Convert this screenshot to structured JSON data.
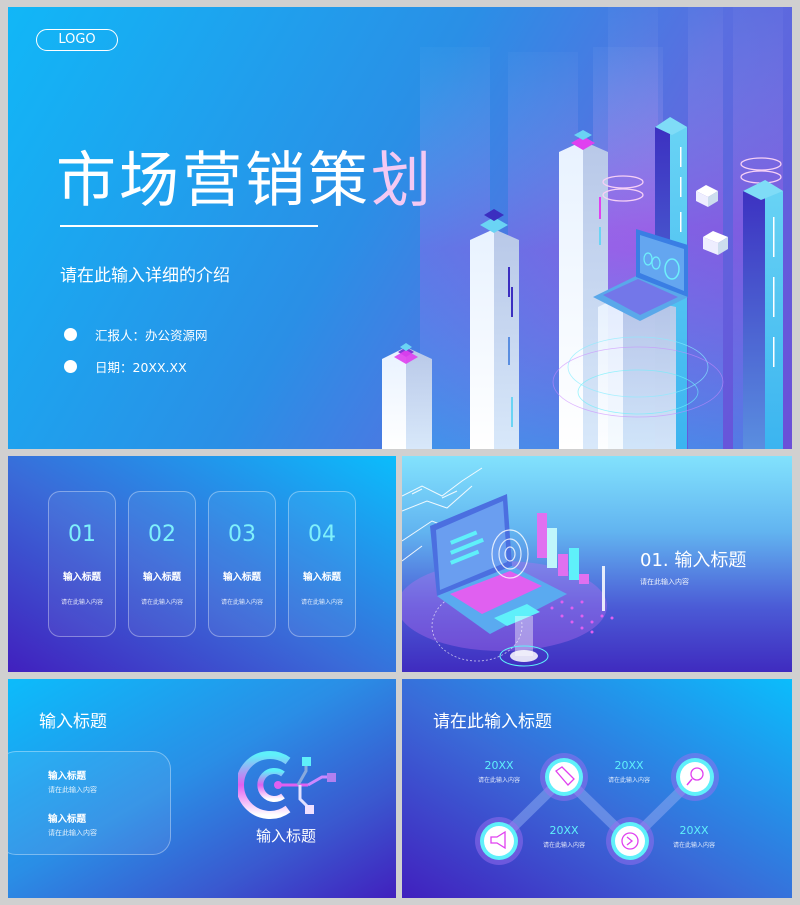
{
  "slide1": {
    "logo": "LOGO",
    "title_main": "市场营销策",
    "title_last": "划",
    "subtitle": "请在此输入详细的介绍",
    "info": [
      {
        "label": "汇报人：办公资源网"
      },
      {
        "label": "日期：20XX.XX"
      }
    ]
  },
  "slide2": {
    "cards": [
      {
        "num": "01",
        "title": "输入标题",
        "desc": "请在此输入内容"
      },
      {
        "num": "02",
        "title": "输入标题",
        "desc": "请在此输入内容"
      },
      {
        "num": "03",
        "title": "输入标题",
        "desc": "请在此输入内容"
      },
      {
        "num": "04",
        "title": "输入标题",
        "desc": "请在此输入内容"
      }
    ]
  },
  "slide3": {
    "title": "01. 输入标题",
    "desc": "请在此输入内容"
  },
  "slide4": {
    "title": "输入标题",
    "items": [
      {
        "title": "输入标题",
        "desc": "请在此输入内容"
      },
      {
        "title": "输入标题",
        "desc": "请在此输入内容"
      }
    ],
    "icon_label": "输入标题",
    "icon": "target-network-icon"
  },
  "slide5": {
    "title": "请在此输入标题",
    "timeline": [
      {
        "year": "20XX",
        "desc": "请在此输入内容",
        "icon": "megaphone-icon"
      },
      {
        "year": "20XX",
        "desc": "请在此输入内容",
        "icon": "seo-tag-icon"
      },
      {
        "year": "20XX",
        "desc": "请在此输入内容",
        "icon": "play-circle-icon"
      },
      {
        "year": "20XX",
        "desc": "请在此输入内容",
        "icon": "search-user-icon"
      }
    ]
  },
  "colors": {
    "cyan_accent": "#5ff0fa",
    "magenta_accent": "#e040f0",
    "deep_purple": "#4120be",
    "sky_blue": "#0bbdfc"
  }
}
